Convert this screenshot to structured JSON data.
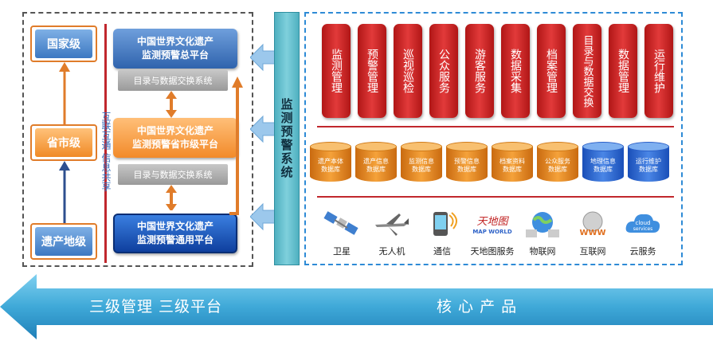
{
  "levels": {
    "national": "国家级",
    "provincial": "省市级",
    "site": "遗产地级"
  },
  "platforms": {
    "general": {
      "line1": "中国世界文化遗产",
      "line2": "监测预警总平台"
    },
    "provincial": {
      "line1": "中国世界文化遗产",
      "line2": "监测预警省市级平台"
    },
    "common": {
      "line1": "中国世界文化遗产",
      "line2": "监测预警通用平台"
    }
  },
  "exchange_system": "目录与数据交换系统",
  "vertical_label": "互联互通 信息共享",
  "monitor_system": "监测预警系统",
  "modules": [
    "监测管理",
    "预警管理",
    "巡视巡检",
    "公众服务",
    "游客服务",
    "数据采集",
    "档案管理",
    "目录与数据交换",
    "数据管理",
    "运行维护"
  ],
  "databases": [
    {
      "line1": "遗产本体",
      "line2": "数据库",
      "color": "orange"
    },
    {
      "line1": "遗产信息",
      "line2": "数据库",
      "color": "orange"
    },
    {
      "line1": "监测信息",
      "line2": "数据库",
      "color": "orange"
    },
    {
      "line1": "预警信息",
      "line2": "数据库",
      "color": "orange"
    },
    {
      "line1": "档案资料",
      "line2": "数据库",
      "color": "orange"
    },
    {
      "line1": "公众服务",
      "line2": "数据库",
      "color": "orange"
    },
    {
      "line1": "地理信息",
      "line2": "数据库",
      "color": "blue"
    },
    {
      "line1": "运行维护",
      "line2": "数据库",
      "color": "blue"
    }
  ],
  "services": [
    {
      "label": "卫星",
      "icon": "satellite-icon"
    },
    {
      "label": "无人机",
      "icon": "drone-icon"
    },
    {
      "label": "通信",
      "icon": "phone-icon"
    },
    {
      "label": "天地图服务",
      "icon": "map-world-icon",
      "logo_text": "天地图",
      "logo_sub": "MAP WORLD"
    },
    {
      "label": "物联网",
      "icon": "iot-icon"
    },
    {
      "label": "互联网",
      "icon": "www-icon",
      "logo_text": "WWW"
    },
    {
      "label": "云服务",
      "icon": "cloud-icon",
      "logo_text": "cloud services"
    }
  ],
  "bottom": {
    "left": "三级管理 三级平台",
    "right": "核 心 产 品"
  },
  "colors": {
    "module_red": "#d02828",
    "db_orange": "#f08a26",
    "db_blue": "#2f63c8",
    "arrow": "#3fa9d8"
  }
}
